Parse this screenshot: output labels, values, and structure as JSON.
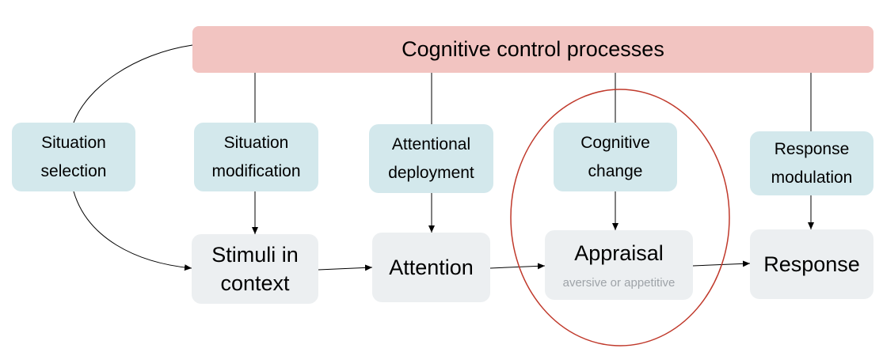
{
  "header": {
    "label": "Cognitive control processes"
  },
  "strategies": [
    {
      "line1": "Situation",
      "line2": "selection"
    },
    {
      "line1": "Situation",
      "line2": "modification"
    },
    {
      "line1": "Attentional",
      "line2": "deployment"
    },
    {
      "line1": "Cognitive",
      "line2": "change"
    },
    {
      "line1": "Response",
      "line2": "modulation"
    }
  ],
  "stages": [
    {
      "line1": "Stimuli in",
      "line2": "context"
    },
    {
      "label": "Attention"
    },
    {
      "label": "Appraisal",
      "sublabel": "aversive or appetitive"
    },
    {
      "label": "Response"
    }
  ],
  "colors": {
    "header_fill": "#f2c4c1",
    "strategy_fill": "#d3e8ec",
    "stage_fill": "#eceff1",
    "highlight_ellipse": "#c0392b",
    "sublabel_text": "#9ea3a8"
  }
}
